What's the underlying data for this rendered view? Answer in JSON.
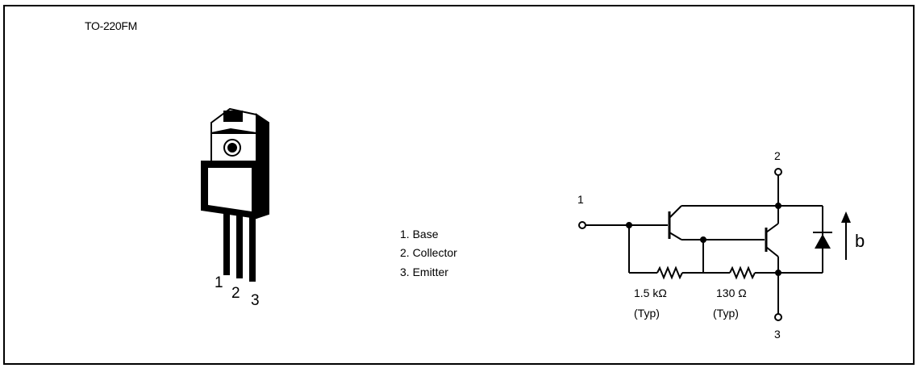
{
  "package": {
    "title": "TO-220FM",
    "pins": [
      "1",
      "2",
      "3"
    ]
  },
  "legend": {
    "items": [
      "1. Base",
      "2. Collector",
      "3. Emitter"
    ]
  },
  "schematic": {
    "terminal_base": "1",
    "terminal_collector": "2",
    "terminal_emitter": "3",
    "r1_value": "1.5 kΩ",
    "r1_note": "(Typ)",
    "r2_value": "130 Ω",
    "r2_note": "(Typ)",
    "current_label": "b"
  }
}
